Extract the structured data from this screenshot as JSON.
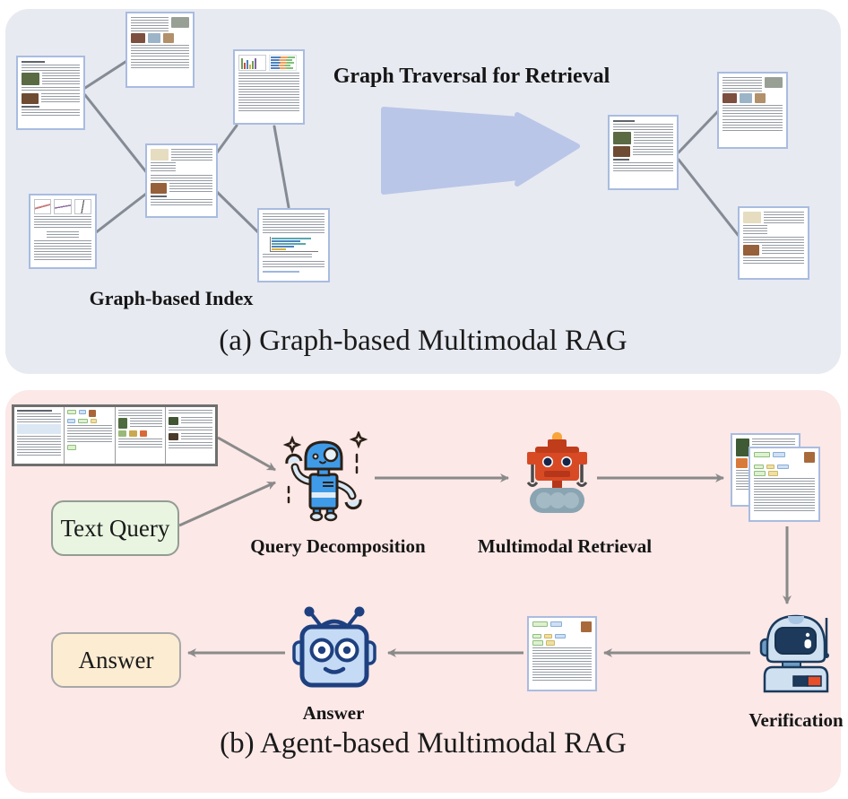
{
  "panel_a": {
    "traversal_label": "Graph Traversal for Retrieval",
    "index_label": "Graph-based Index",
    "caption": "(a) Graph-based Multimodal RAG",
    "background_color": "#e7eaf1",
    "arrow_color": "#b9c6e8",
    "document_border_color": "#a9bce0",
    "edge_color": "#858b94"
  },
  "panel_b": {
    "caption": "(b) Agent-based Multimodal RAG",
    "background_color": "#fbe8e7",
    "text_query_box": {
      "label": "Text Query",
      "fill": "#e9f5e1"
    },
    "answer_box": {
      "label": "Answer",
      "fill": "#fcecd2"
    },
    "steps": {
      "query_decomposition": "Query Decomposition",
      "multimodal_retrieval": "Multimodal Retrieval",
      "verification": "Verification",
      "answer": "Answer"
    },
    "arrow_color": "#8a8a8a"
  },
  "icons": {
    "query_decomposition": "blue-waving-robot-icon",
    "multimodal_retrieval": "red-tread-robot-icon",
    "verification": "astronaut-robot-icon",
    "answer": "blue-robot-face-icon"
  }
}
